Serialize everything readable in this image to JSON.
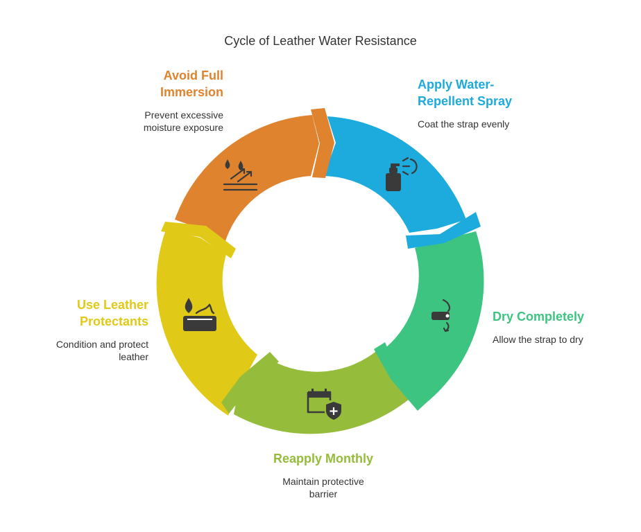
{
  "title": "Cycle of Leather Water Resistance",
  "colors": {
    "orange": "#E0832F",
    "blue": "#1DAADC",
    "green": "#3DC481",
    "lime": "#95BC3A",
    "yellow": "#E0C917",
    "icon": "#3A3A3A"
  },
  "steps": [
    {
      "key": "spray",
      "head_line1": "Apply Water-",
      "head_line2": "Repellent Spray",
      "desc_line1": "Coat the strap evenly",
      "desc_line2": "",
      "icon": "spray-bottle-icon"
    },
    {
      "key": "dry",
      "head_line1": "Dry Completely",
      "head_line2": "",
      "desc_line1": "Allow the strap to dry",
      "desc_line2": "",
      "icon": "watch-strap-dry-icon"
    },
    {
      "key": "reapply",
      "head_line1": "Reapply Monthly",
      "head_line2": "",
      "desc_line1": "Maintain protective",
      "desc_line2": "barrier",
      "icon": "calendar-shield-icon"
    },
    {
      "key": "protect",
      "head_line1": "Use Leather",
      "head_line2": "Protectants",
      "desc_line1": "Condition and protect",
      "desc_line2": "leather",
      "icon": "leather-protectant-icon"
    },
    {
      "key": "avoid",
      "head_line1": "Avoid Full",
      "head_line2": "Immersion",
      "desc_line1": "Prevent excessive",
      "desc_line2": "moisture exposure",
      "icon": "water-droplets-icon"
    }
  ]
}
